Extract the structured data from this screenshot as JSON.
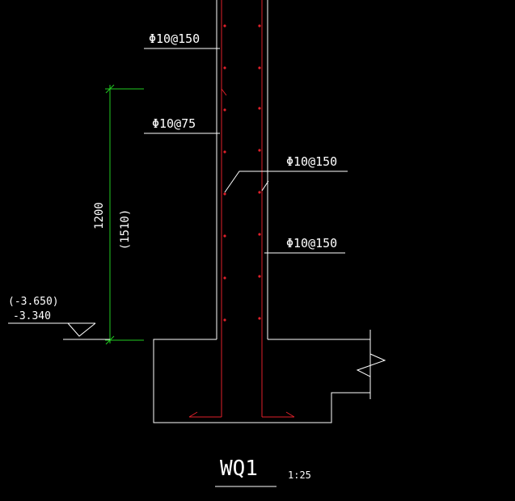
{
  "drawing": {
    "background_color": "#000000",
    "outline_color": "#ffffff",
    "rebar_color": "#e0202a",
    "dimension_color": "#22cc22"
  },
  "labels": {
    "rebar_top_left": "Φ10@150",
    "rebar_mid_left": "Φ10@75",
    "rebar_mid_right": "Φ10@150",
    "rebar_lower_right": "Φ10@150"
  },
  "dimension": {
    "value": "1200",
    "alt_value": "(1510)"
  },
  "elevation": {
    "alt_value": "(-3.650)",
    "value": "-3.340"
  },
  "title": {
    "name": "WQ1",
    "scale": "1:25"
  }
}
